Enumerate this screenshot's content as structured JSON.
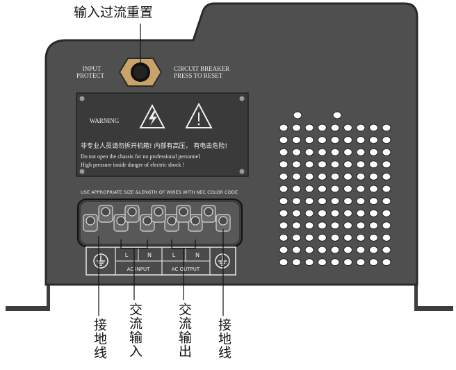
{
  "callouts": {
    "top": "输入过流重置",
    "ground_left": "接地线",
    "ac_in": "交流输入",
    "ac_out": "交流输出",
    "ground_right": "接地线"
  },
  "panel": {
    "input_protect_1": "INPUT",
    "input_protect_2": "PROTECT",
    "breaker_1": "CIRCUIT BREAKER",
    "breaker_2": "PRESS TO RESET",
    "wiring_note": "USE APPROPRIATE SIZE &LENGTH OF WIRES WITH NEC COLOR CODE"
  },
  "warning": {
    "title": "WARNING",
    "cn": "非专业人员请勿拆开机箱! 内部有高压，  有电击危险!",
    "en1": "Do not open the chassis for no professional personnel",
    "en2": "High pressure inside danger of electric shock !"
  },
  "terminal": {
    "l1": "L",
    "n1": "N",
    "ac_input": "AC INPUT",
    "l2": "L",
    "n2": "N",
    "ac_output": "AC OUTPUT"
  },
  "colors": {
    "chassis": "#4f4f4f",
    "chassis_outline": "#2a2a2a",
    "label_plate": "#3a3a3a",
    "terminal_block": "#3c3c3c",
    "vent_hole": "#ffffff"
  },
  "icons": [
    "lightning-warning-icon",
    "exclamation-warning-icon",
    "ground-icon"
  ]
}
